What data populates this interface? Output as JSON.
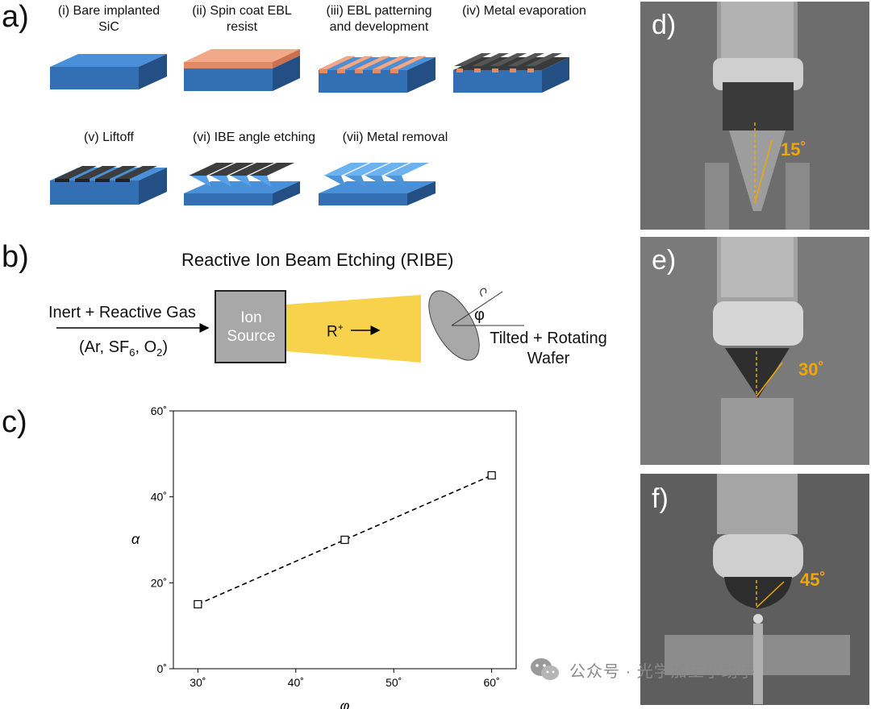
{
  "panels": {
    "a": "a)",
    "b": "b)",
    "c": "c)",
    "d": "d)",
    "e": "e)",
    "f": "f)"
  },
  "process_steps": [
    {
      "line1": "(i) Bare implanted",
      "line2": "SiC"
    },
    {
      "line1": "(ii) Spin coat EBL",
      "line2": "resist"
    },
    {
      "line1": "(iii) EBL patterning",
      "line2": "and development"
    },
    {
      "line1": "(iv) Metal evaporation",
      "line2": ""
    },
    {
      "line1": "(v) Liftoff",
      "line2": ""
    },
    {
      "line1": "(vi) IBE angle etching",
      "line2": ""
    },
    {
      "line1": "(vii) Metal removal",
      "line2": ""
    }
  ],
  "ribe": {
    "title": "Reactive Ion Beam Etching (RIBE)",
    "gas_label": "Inert + Reactive Gas",
    "gas_formula": {
      "open": "(Ar, SF",
      "sf_sub": "6",
      "mid": ", O",
      "o_sub": "2",
      "close": ")"
    },
    "ion_source": {
      "line1": "Ion",
      "line2": "Source"
    },
    "beam_label": {
      "base": "R",
      "sup": "+"
    },
    "phi": "φ",
    "wafer": {
      "line1": "Tilted + Rotating",
      "line2": "Wafer"
    }
  },
  "chart_data": {
    "type": "line",
    "x": [
      30,
      45,
      60
    ],
    "y": [
      15,
      30,
      45
    ],
    "xlabel": "φ",
    "ylabel": "α",
    "xlim": [
      27.5,
      62.5
    ],
    "ylim": [
      0,
      60
    ],
    "xticks": [
      "30˚",
      "40˚",
      "50˚",
      "60˚"
    ],
    "xtick_values": [
      30,
      40,
      50,
      60
    ],
    "yticks": [
      "0˚",
      "20˚",
      "40˚",
      "60˚"
    ],
    "ytick_values": [
      0,
      20,
      40,
      60
    ],
    "marker": "square",
    "line_style": "dashed",
    "grid": false
  },
  "sem": {
    "d_angle": "15˚",
    "e_angle": "30˚",
    "f_angle": "45˚"
  },
  "watermark": "公众号 · 光学加工小助手",
  "colors": {
    "sic_top": "#4a90d9",
    "sic_side": "#2f6aa8",
    "resist": "#f2a07a",
    "metal": "#3b3b3b",
    "beam": "#f7d24a",
    "angle_mark": "#f0a800"
  }
}
